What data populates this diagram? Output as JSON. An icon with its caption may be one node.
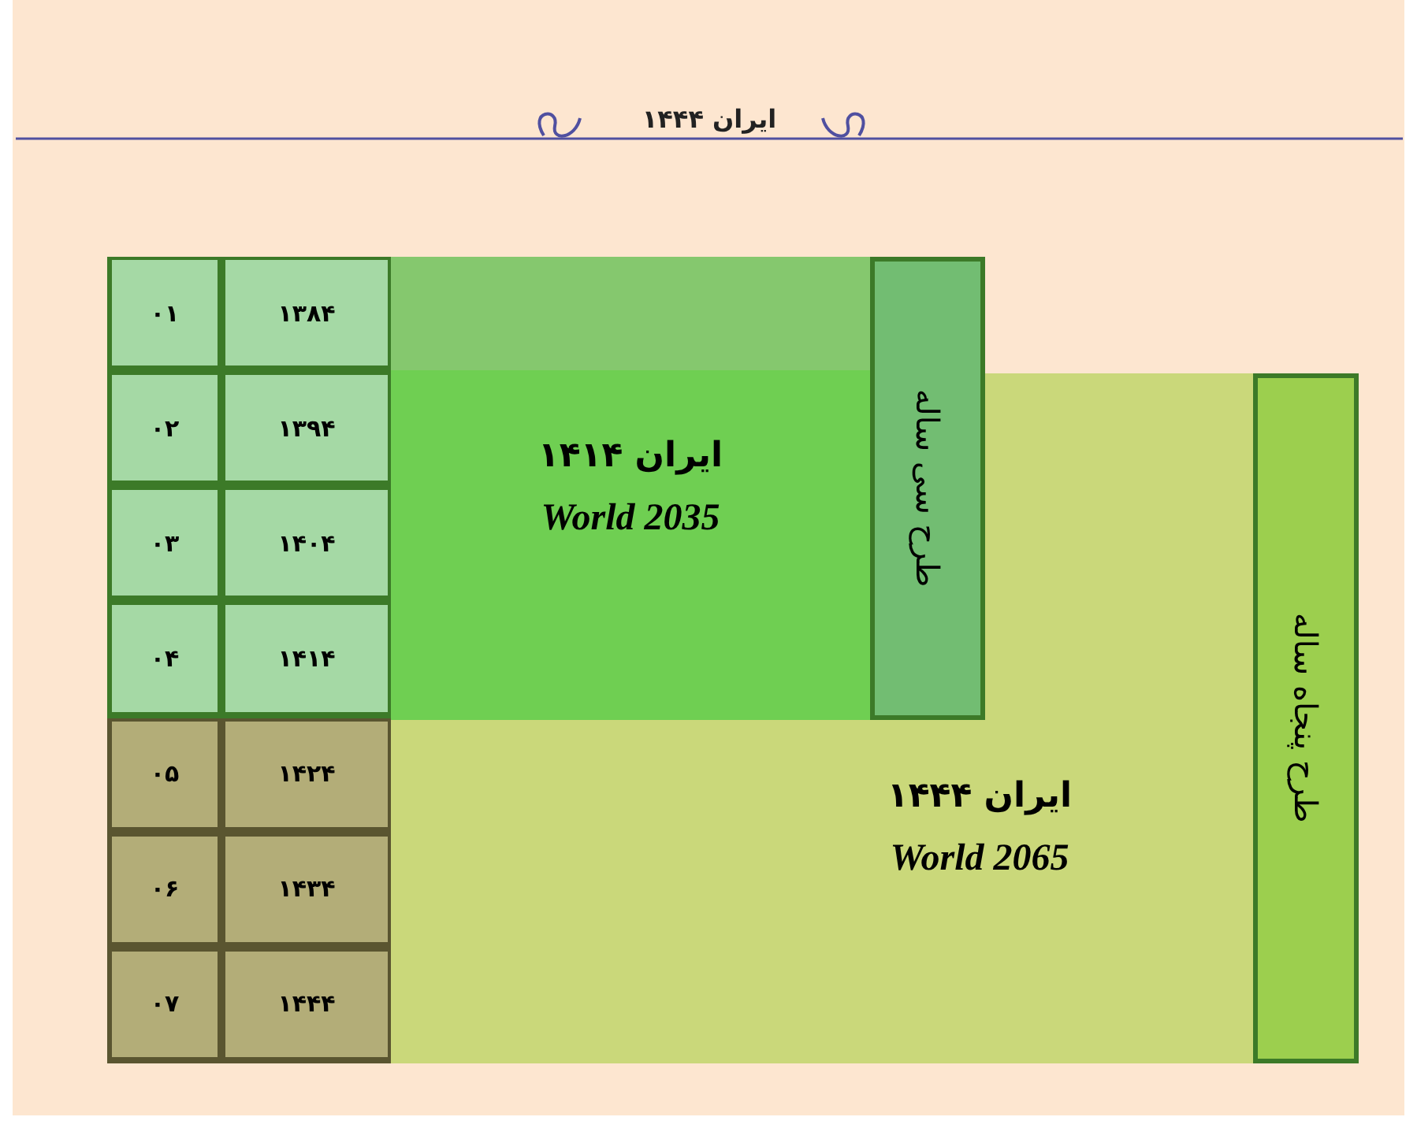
{
  "diagram": {
    "title": "ایران ۱۴۴۴",
    "nodes": [
      {
        "text": [
          "ایران ۱۴۱۴",
          "World 2035"
        ]
      },
      {
        "text": [
          "طرح سی ساله"
        ]
      },
      {
        "text": [
          "ایران ۱۴۴۴",
          "World 2065"
        ]
      },
      {
        "text": [
          "طرح پنجاه ساله"
        ]
      },
      {
        "text": [
          "۰۱"
        ]
      },
      {
        "text": [
          "۱۳۸۴"
        ]
      },
      {
        "text": [
          "۰۲"
        ]
      },
      {
        "text": [
          "۱۳۹۴"
        ]
      },
      {
        "text": [
          "۰۳"
        ]
      },
      {
        "text": [
          "۱۴۰۴"
        ]
      },
      {
        "text": [
          "۰۴"
        ]
      },
      {
        "text": [
          "۱۴۱۴"
        ]
      },
      {
        "text": [
          "۰۵"
        ]
      },
      {
        "text": [
          "۱۴۲۴"
        ]
      },
      {
        "text": [
          "۰۶"
        ]
      },
      {
        "text": [
          "۱۴۳۴"
        ]
      },
      {
        "text": [
          "۰۷"
        ]
      },
      {
        "text": [
          "۱۴۴۴"
        ]
      }
    ]
  }
}
